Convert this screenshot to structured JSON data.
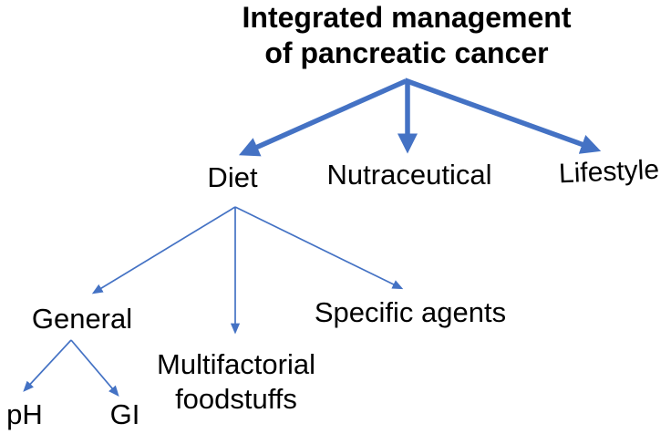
{
  "title": {
    "line1": "Integrated management",
    "line2": "of pancreatic cancer"
  },
  "nodes": {
    "diet": {
      "label": "Diet"
    },
    "nutraceutical": {
      "label": "Nutraceutical"
    },
    "lifestyle": {
      "label": "Lifestyle"
    },
    "general": {
      "label": "General"
    },
    "multifactorial": {
      "line1": "Multifactorial",
      "line2": "foodstuffs"
    },
    "specific_agents": {
      "label": "Specific agents"
    },
    "ph": {
      "label": "pH"
    },
    "gi": {
      "label": "GI"
    }
  },
  "hierarchy": {
    "root": "Integrated management of pancreatic cancer",
    "edges": [
      {
        "from": "root",
        "to": "Diet",
        "style": "thick"
      },
      {
        "from": "root",
        "to": "Nutraceutical",
        "style": "thick"
      },
      {
        "from": "root",
        "to": "Lifestyle",
        "style": "thick"
      },
      {
        "from": "Diet",
        "to": "General",
        "style": "thin"
      },
      {
        "from": "Diet",
        "to": "Multifactorial foodstuffs",
        "style": "thin"
      },
      {
        "from": "Diet",
        "to": "Specific agents",
        "style": "thin"
      },
      {
        "from": "General",
        "to": "pH",
        "style": "thin"
      },
      {
        "from": "General",
        "to": "GI",
        "style": "thin"
      }
    ]
  },
  "colors": {
    "arrow": "#4472C4",
    "text": "#000000",
    "background": "#FFFFFF"
  }
}
